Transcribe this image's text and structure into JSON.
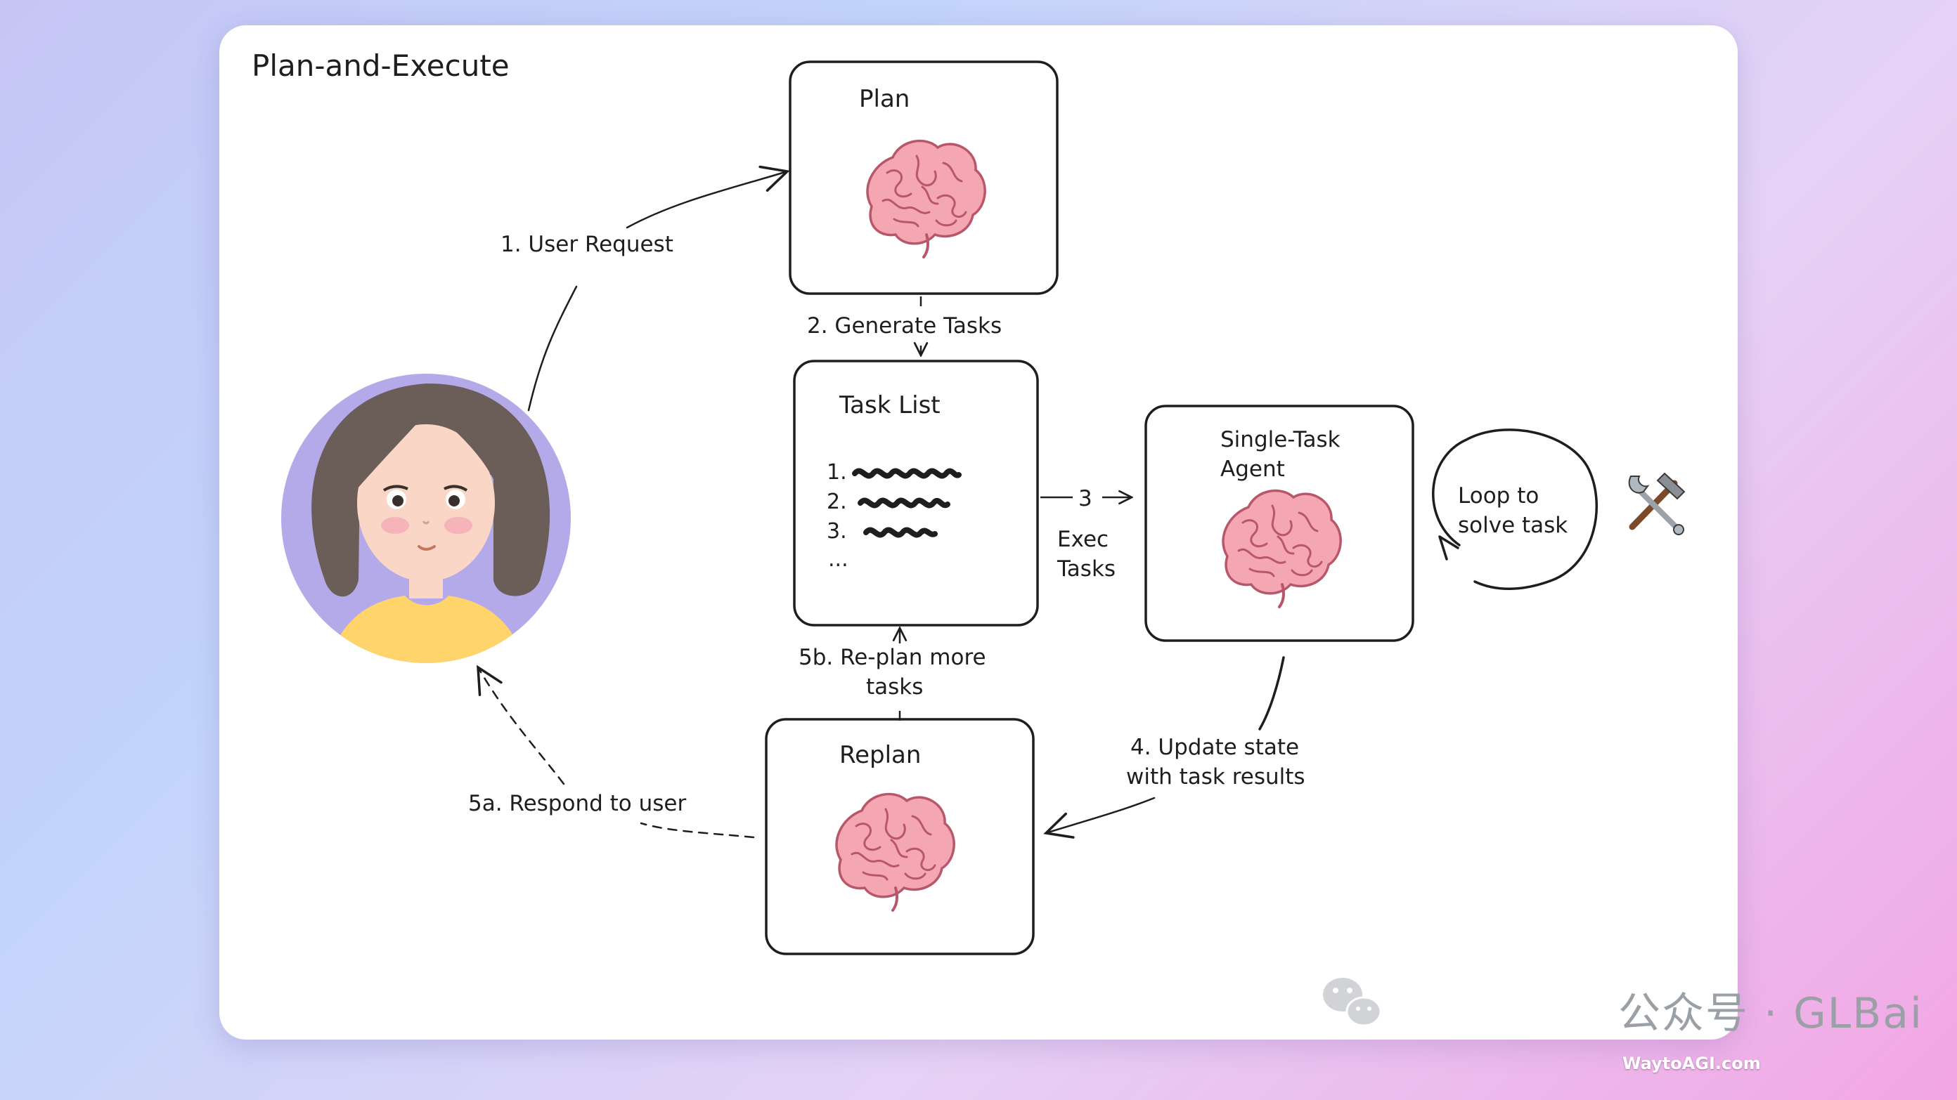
{
  "diagram": {
    "title": "Plan-and-Execute",
    "nodes": {
      "plan": {
        "label": "Plan"
      },
      "task_list": {
        "label": "Task List",
        "items": [
          "1.",
          "2.",
          "3.",
          "..."
        ]
      },
      "agent": {
        "label_line1": "Single-Task",
        "label_line2": "Agent"
      },
      "replan": {
        "label": "Replan"
      },
      "loop": {
        "label_line1": "Loop to",
        "label_line2": "solve task"
      }
    },
    "edges": {
      "user_request": "1. User Request",
      "generate_tasks": "2. Generate Tasks",
      "exec_number": "3",
      "exec_line1": "Exec",
      "exec_line2": "Tasks",
      "update_line1": "4. Update state",
      "update_line2": "with task results",
      "respond": "5a. Respond to user",
      "replan_line1": "5b. Re-plan more",
      "replan_line2": "tasks"
    }
  },
  "watermark": {
    "text": "公众号 · GLBai",
    "icon": "wechat-icon"
  },
  "corner": {
    "text": "WaytoAGI.com"
  },
  "colors": {
    "brain_fill": "#f4a6b3",
    "brain_stroke": "#b9576a",
    "avatar_bg": "#b4a9e9",
    "hair": "#6b5d57",
    "skin": "#f9d6c5",
    "shirt": "#ffd56b",
    "stroke": "#1e1e1e"
  }
}
